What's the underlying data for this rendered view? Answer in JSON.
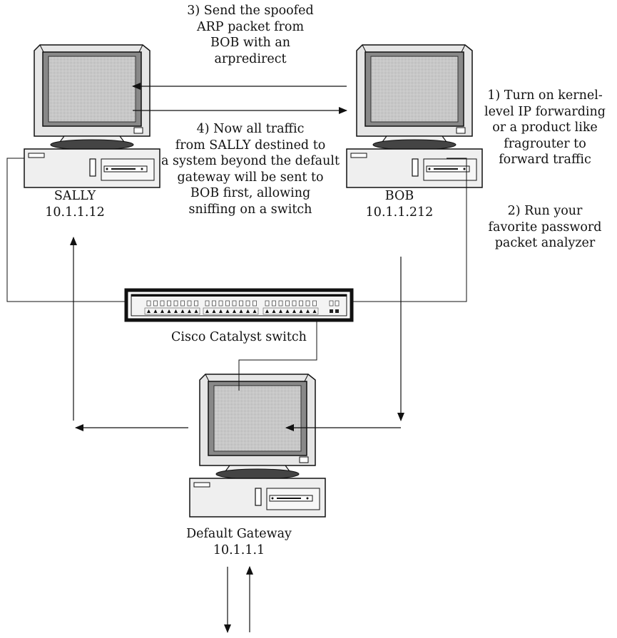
{
  "nodes": {
    "sally": {
      "name": "SALLY",
      "ip": "10.1.1.12"
    },
    "bob": {
      "name": "BOB",
      "ip": "10.1.1.212"
    },
    "gateway": {
      "name": "Default Gateway",
      "ip": "10.1.1.1"
    },
    "switch": {
      "name": "Cisco Catalyst switch"
    }
  },
  "steps": {
    "step1": [
      "1) Turn on kernel-",
      "level IP forwarding",
      "or a product like",
      "fragrouter to",
      "forward traffic"
    ],
    "step2": [
      "2) Run your",
      "favorite password",
      "packet analyzer"
    ],
    "step3": [
      "3) Send the spoofed",
      "ARP packet from",
      "BOB with an",
      "arpredirect"
    ],
    "step4": [
      "4) Now all traffic",
      "from SALLY destined to",
      "a system beyond the default",
      "gateway will be sent to",
      "BOB first, allowing",
      "sniffing on a switch"
    ]
  }
}
